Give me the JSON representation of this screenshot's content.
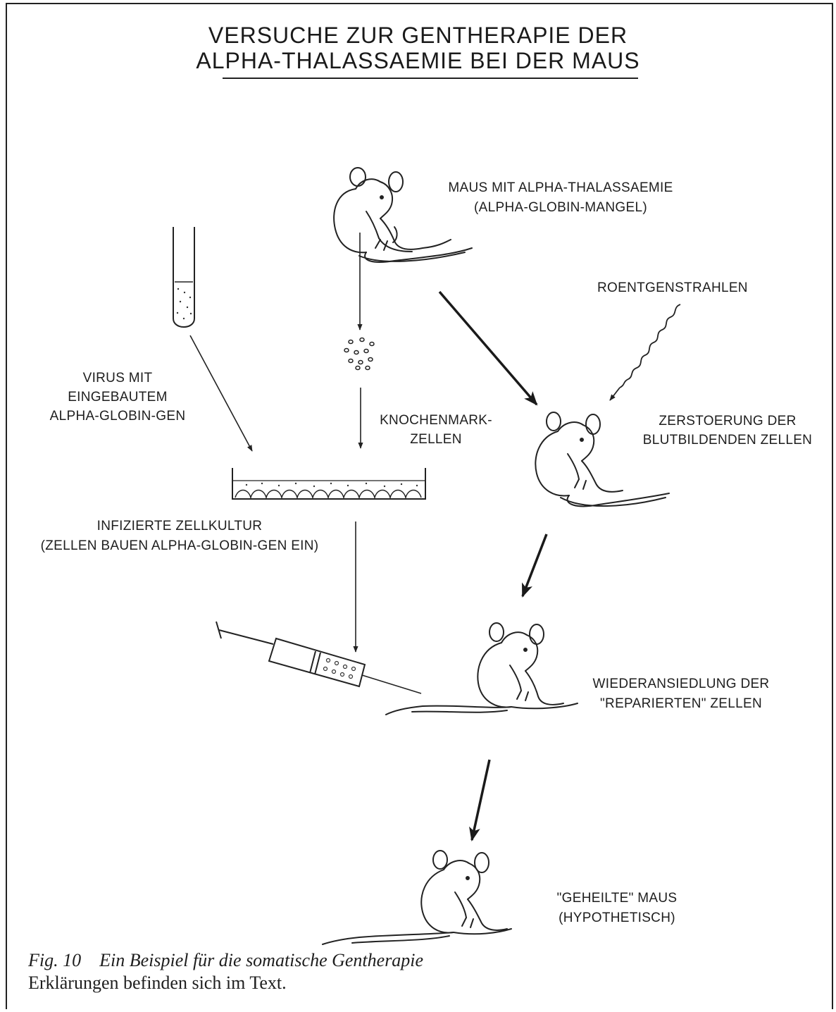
{
  "title": {
    "line1": "VERSUCHE ZUR GENTHERAPIE DER",
    "line2": "ALPHA-THALASSAEMIE BEI DER MAUS"
  },
  "labels": {
    "mouse_disease_1": "MAUS MIT ALPHA-THALASSAEMIE",
    "mouse_disease_2": "(ALPHA-GLOBIN-MANGEL)",
    "xrays": "ROENTGENSTRAHLEN",
    "virus_1": "VIRUS MIT",
    "virus_2": "EINGEBAUTEM",
    "virus_3": "ALPHA-GLOBIN-GEN",
    "marrow_1": "KNOCHENMARK-",
    "marrow_2": "ZELLEN",
    "destruction_1": "ZERSTOERUNG DER",
    "destruction_2": "BLUTBILDENDEN ZELLEN",
    "culture_1": "INFIZIERTE ZELLKULTUR",
    "culture_2": "(ZELLEN BAUEN ALPHA-GLOBIN-GEN EIN)",
    "resettle_1": "WIEDERANSIEDLUNG DER",
    "resettle_2": "\"REPARIERTEN\" ZELLEN",
    "cured_1": "\"GEHEILTE\" MAUS",
    "cured_2": "(HYPOTHETISCH)"
  },
  "caption": {
    "figure": "Fig. 10    Ein Beispiel für die somatische Gentherapie",
    "note": "Erklärungen befinden sich im Text."
  }
}
